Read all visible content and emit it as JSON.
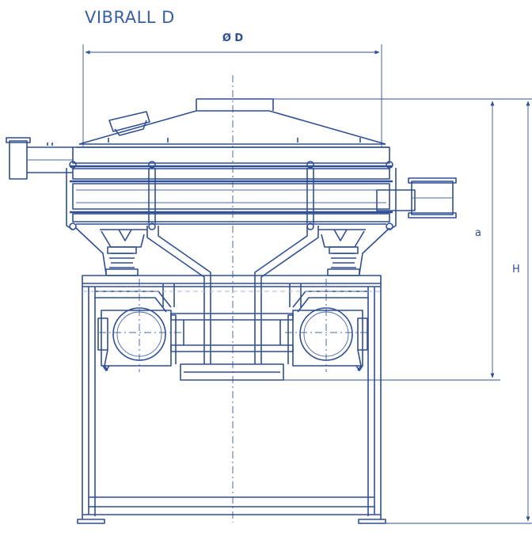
{
  "title": "VIBRALL D",
  "dimensions": {
    "diameter": "Ø D",
    "a": "a",
    "height": "H"
  },
  "colors": {
    "line": "#2f4f95",
    "title": "#3a5fa8",
    "background": "#ffffff"
  }
}
